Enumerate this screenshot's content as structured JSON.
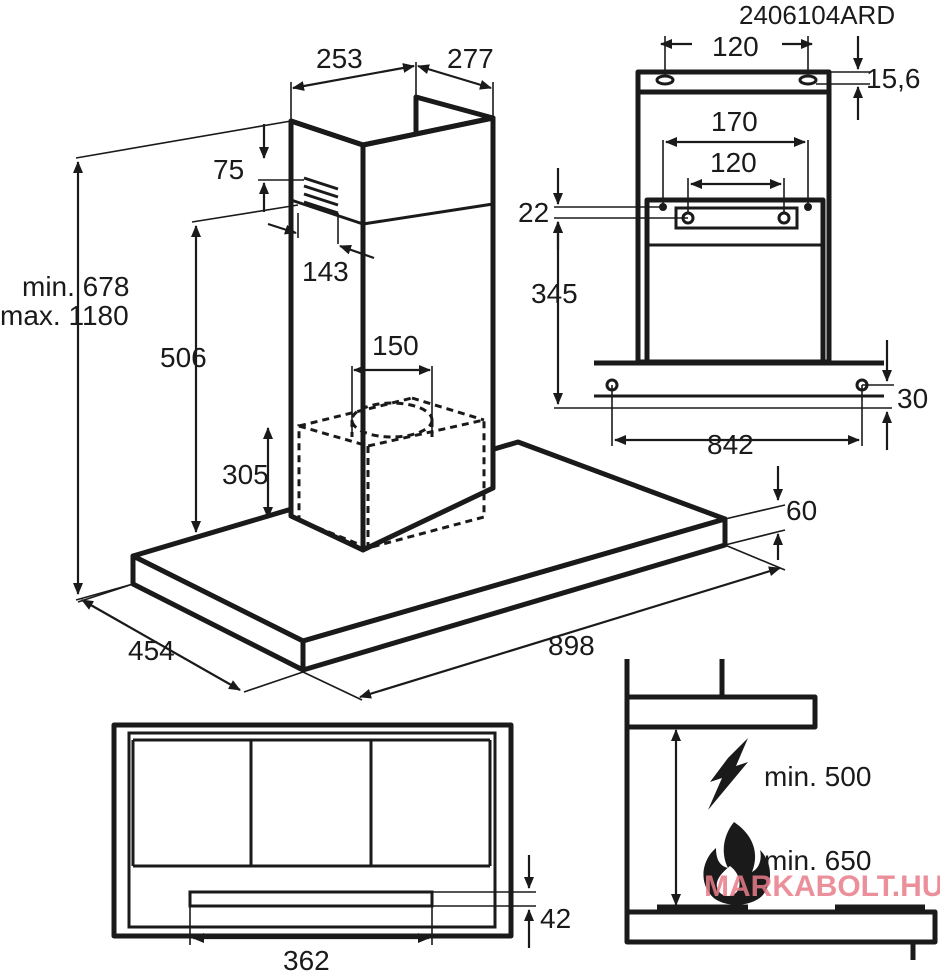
{
  "model_code": "2406104ARD",
  "watermark": "MARKABOLT.HU",
  "hood": {
    "chimney_width": "253",
    "chimney_depth": "277",
    "vent_offset": "75",
    "vent_depth": "143",
    "height_min": "min. 678",
    "height_max": "max. 1180",
    "chimney_height": "506",
    "outlet_diameter": "150",
    "motor_height": "305",
    "depth": "454",
    "width": "898",
    "canopy_height": "60"
  },
  "bracket_view": {
    "top_hole_spacing": "120",
    "top_hole_offset": "15,6",
    "bracket_width": "170",
    "bracket_hole_spacing": "120",
    "bracket_offset": "22",
    "bracket_height": "345",
    "canopy_hole_spacing": "842",
    "canopy_hole_offset": "30"
  },
  "front_view": {
    "filter_width": "362",
    "filter_height": "42"
  },
  "clearance": {
    "electric_min": "min. 500",
    "gas_min": "min. 650",
    "electric_icon": "lightning-icon",
    "gas_icon": "flame-icon"
  }
}
